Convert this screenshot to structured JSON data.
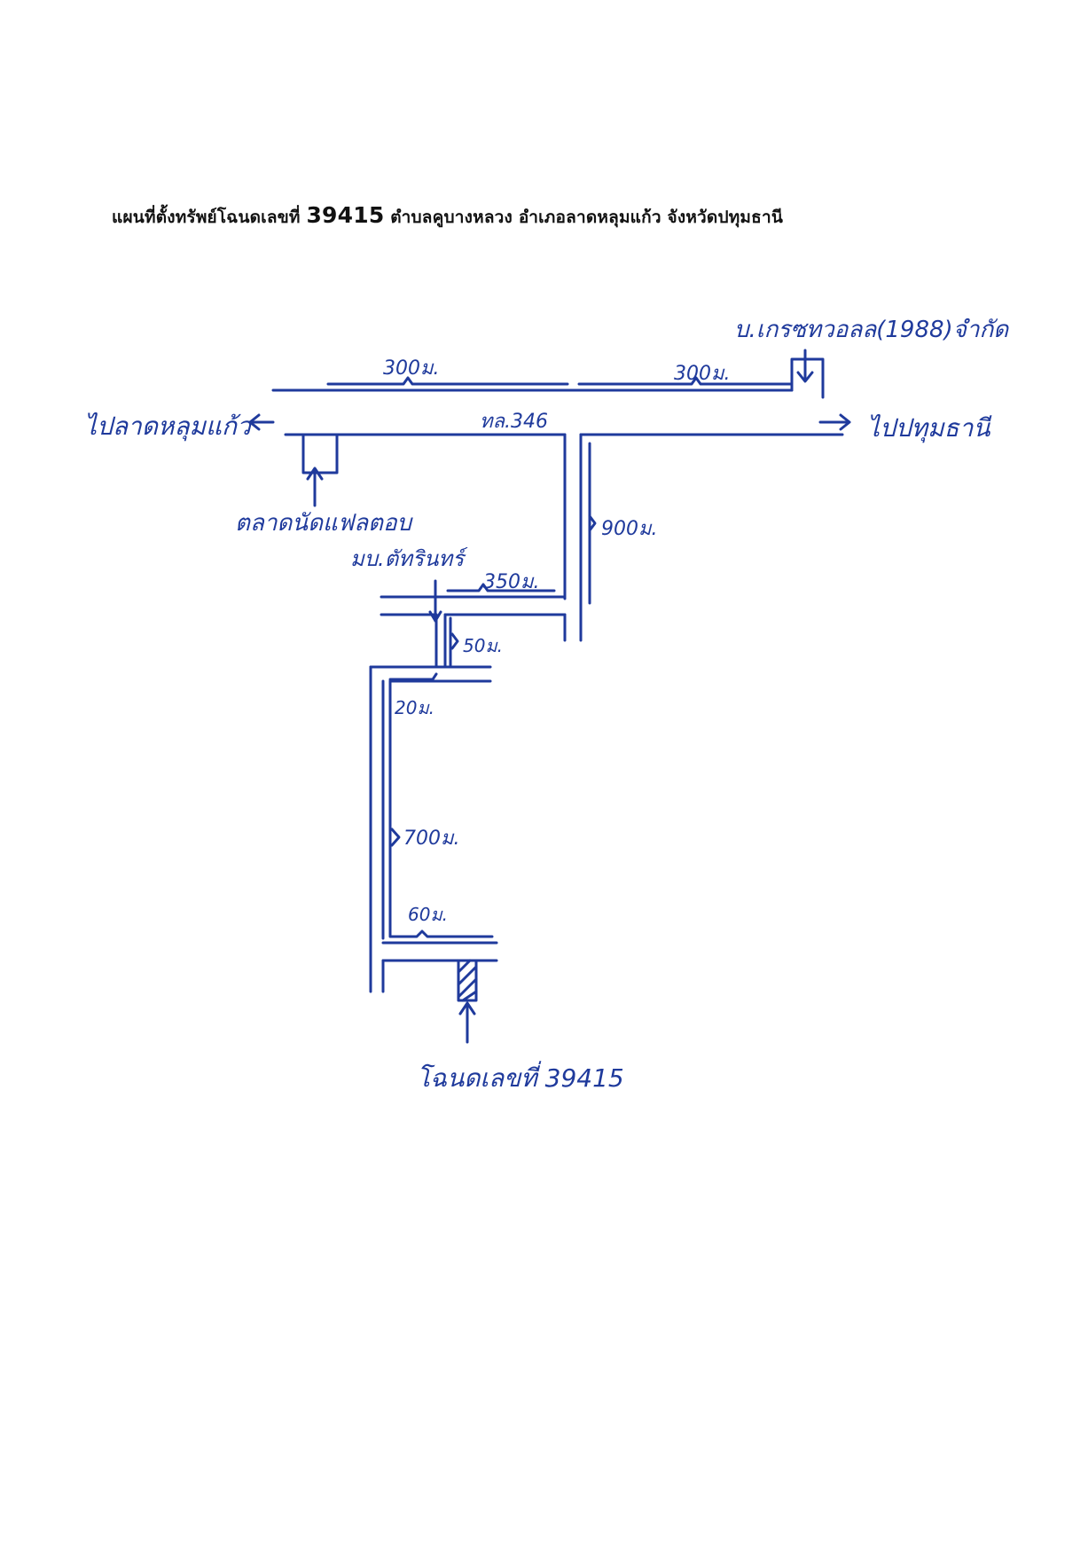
{
  "title": {
    "prefix": "แผนที่ตั้งทรัพย์โฉนดเลขที่",
    "deed_number": "39415",
    "suffix": "ตำบลคูบางหลวง อำเภอลาดหลุมแก้ว จังหวัดปทุมธานี"
  },
  "labels": {
    "company": "บ.เกรซทวอลล(1988)จำกัด",
    "dist_top_left": "300ม.",
    "dist_top_right": "300ม.",
    "to_lat_lum_kaeo": "ไปลาดหลุมแก้ว",
    "highway": "ทล.346",
    "to_pathum_thani": "ไปปทุมธานี",
    "market": "ตลาดนัดแฟลตอบ",
    "dist_900": "900ม.",
    "village": "มบ.ตัทรินทร์",
    "dist_350": "350ม.",
    "dist_50": "50ม.",
    "dist_20": "20ม.",
    "dist_700": "700ม.",
    "dist_60": "60ม.",
    "plot": "โฉนดเลขที่ 39415"
  },
  "colors": {
    "ink": "#1f3a9c",
    "title": "#111111"
  }
}
